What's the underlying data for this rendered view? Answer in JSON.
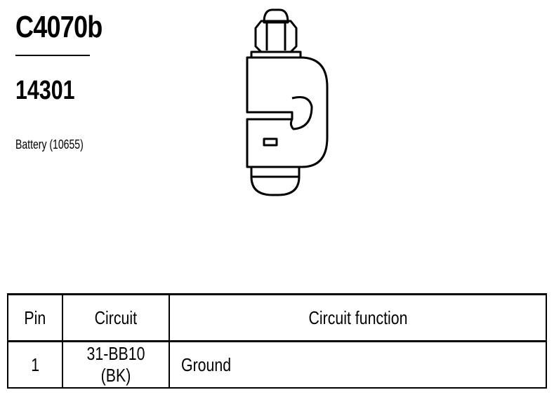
{
  "connector": {
    "id": "C4070b",
    "part_number": "14301",
    "component": "Battery (10655)"
  },
  "table": {
    "headers": [
      "Pin",
      "Circuit",
      "Circuit function"
    ],
    "rows": [
      {
        "pin": "1",
        "circuit": "31-BB10 (BK)",
        "function": "Ground"
      }
    ]
  }
}
